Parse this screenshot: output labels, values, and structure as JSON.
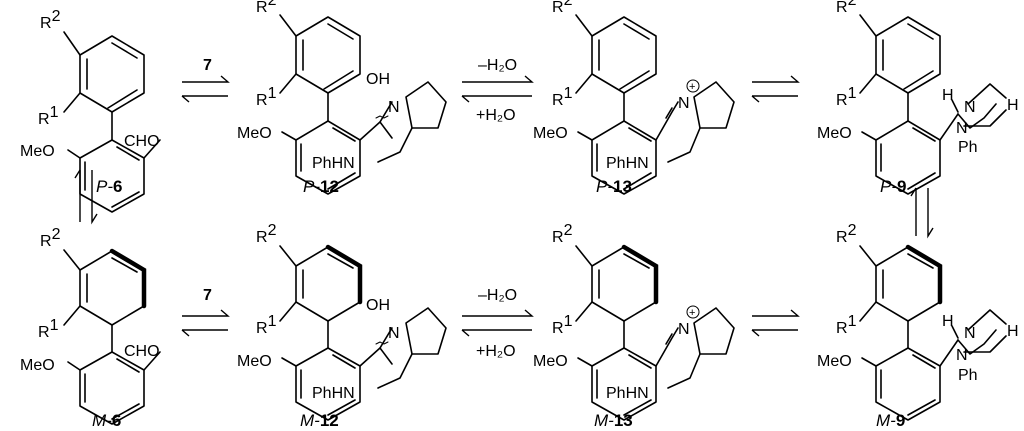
{
  "labels": {
    "r2": "R",
    "r2_sup": "2",
    "r1": "R",
    "r1_sup": "1",
    "meo": "MeO",
    "cho": "CHO",
    "oh": "OH",
    "n": "N",
    "h": "H",
    "ph": "Ph",
    "phhn": "PhHN",
    "plus": "+"
  },
  "reagents": {
    "seven": "7",
    "minus_water": "–H₂O",
    "plus_water": "+H₂O"
  },
  "compounds": {
    "P6": {
      "prefix": "P-",
      "num": "6"
    },
    "P12": {
      "prefix": "P-",
      "num": "12"
    },
    "P13": {
      "prefix": "P-",
      "num": "13"
    },
    "P9": {
      "prefix": "P-",
      "num": "9"
    },
    "M6": {
      "prefix": "M-",
      "num": "6"
    },
    "M12": {
      "prefix": "M-",
      "num": "12"
    },
    "M13": {
      "prefix": "M-",
      "num": "13"
    },
    "M9": {
      "prefix": "M-",
      "num": "9"
    }
  }
}
